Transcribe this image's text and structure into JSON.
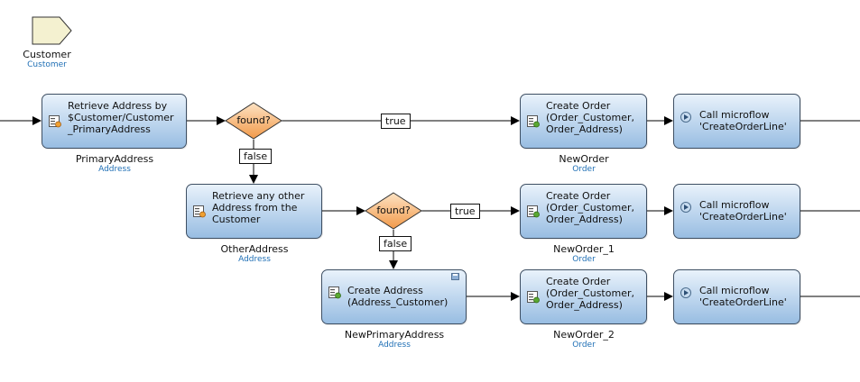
{
  "parameter": {
    "name": "Customer",
    "type": "Customer"
  },
  "activities": {
    "retrieve_primary": {
      "text": "Retrieve Address by\n$Customer/Customer\n_PrimaryAddress",
      "var_name": "PrimaryAddress",
      "var_type": "Address"
    },
    "retrieve_other": {
      "text": "Retrieve any other\nAddress from the\nCustomer",
      "var_name": "OtherAddress",
      "var_type": "Address"
    },
    "create_address": {
      "text": "Create Address\n(Address_Customer)",
      "var_name": "NewPrimaryAddress",
      "var_type": "Address"
    },
    "create_order_1": {
      "text": "Create Order\n(Order_Customer,\nOrder_Address)",
      "var_name": "NewOrder",
      "var_type": "Order"
    },
    "create_order_2": {
      "text": "Create Order\n(Order_Customer,\nOrder_Address)",
      "var_name": "NewOrder_1",
      "var_type": "Order"
    },
    "create_order_3": {
      "text": "Create Order\n(Order_Customer,\nOrder_Address)",
      "var_name": "NewOrder_2",
      "var_type": "Order"
    },
    "call_1": {
      "text": "Call microflow\n'CreateOrderLine'"
    },
    "call_2": {
      "text": "Call microflow\n'CreateOrderLine'"
    },
    "call_3": {
      "text": "Call microflow\n'CreateOrderLine'"
    }
  },
  "decisions": {
    "found_1": {
      "label": "found?"
    },
    "found_2": {
      "label": "found?"
    }
  },
  "edge_labels": {
    "true_1": "true",
    "false_1": "false",
    "true_2": "true",
    "false_2": "false"
  },
  "colors": {
    "activity_top": "#e9f2fb",
    "activity_bottom": "#98bde2",
    "decision_top": "#fde3c4",
    "decision_bottom": "#f29a4a",
    "parameter_fill": "#f4f1d0",
    "type_text": "#1f6fb5"
  }
}
